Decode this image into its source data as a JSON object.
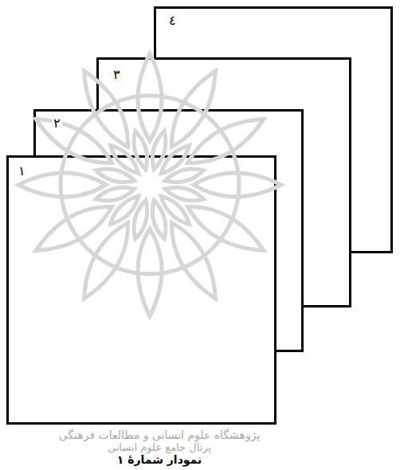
{
  "diagram": {
    "caption": "نمودار شمارهٔ ١",
    "nodes": [
      {
        "text": [
          "١"
        ]
      },
      {
        "text": [
          "٢"
        ]
      },
      {
        "text": [
          "٣"
        ]
      },
      {
        "text": [
          "٤"
        ]
      }
    ],
    "labels": [
      "پژوهشگاه علوم انسانی و مطالعات فرهنگی",
      "پرتال جامع علوم انسانی"
    ]
  }
}
